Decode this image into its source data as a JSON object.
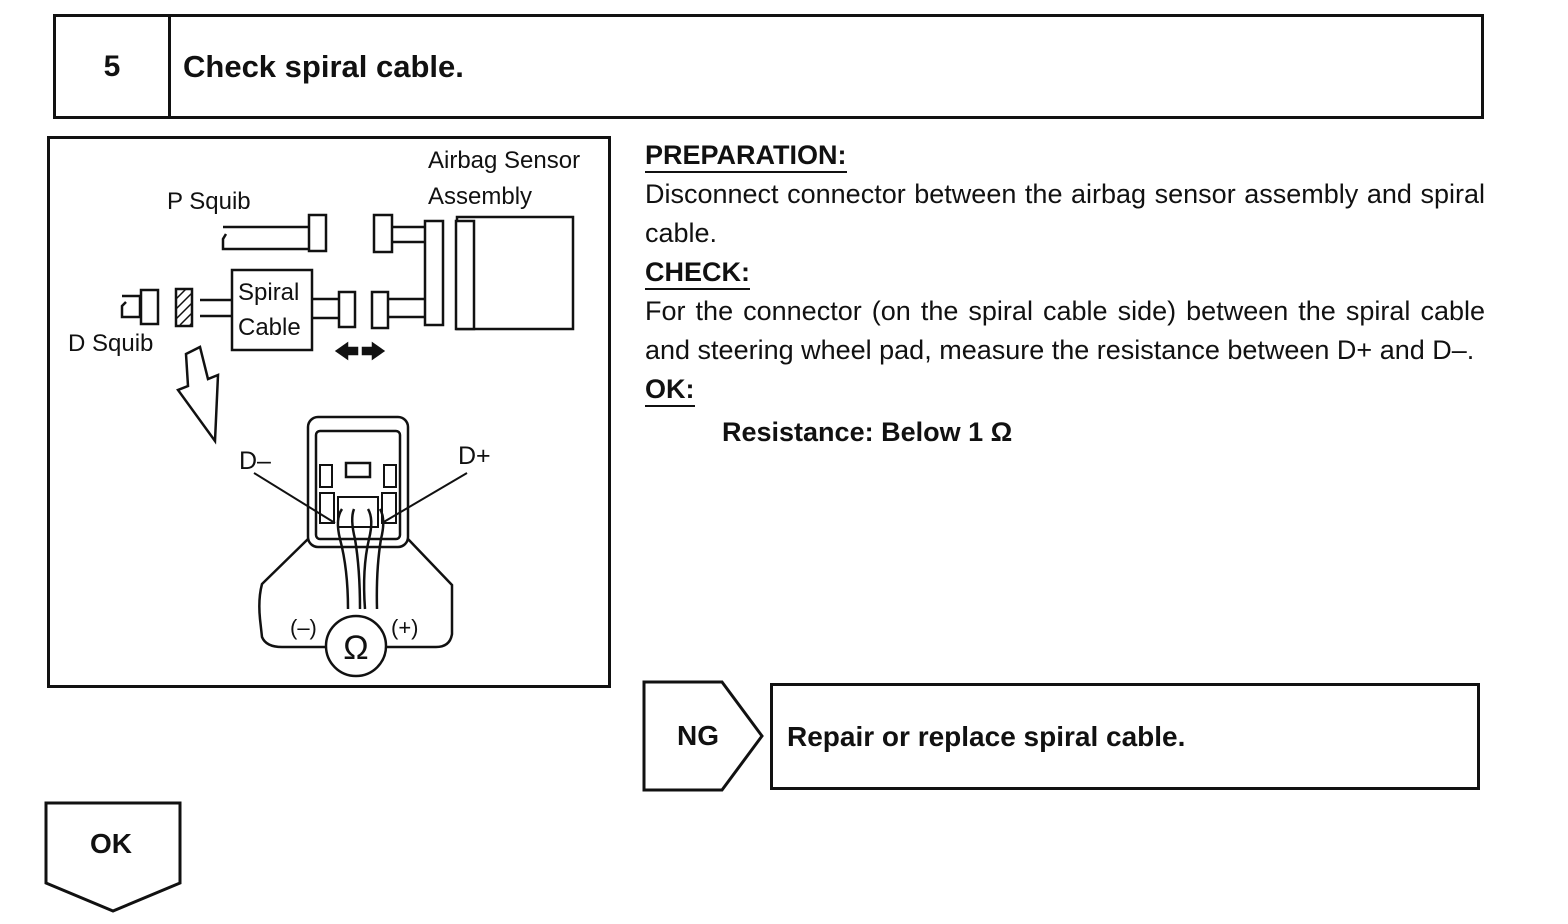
{
  "step": {
    "number": "5",
    "title": "Check spiral cable."
  },
  "figure": {
    "label_airbag_sensor_line1": "Airbag Sensor",
    "label_airbag_sensor_line2": "Assembly",
    "label_p_squib": "P Squib",
    "label_d_squib": "D Squib",
    "label_spiral": "Spiral",
    "label_cable": "Cable",
    "label_d_minus": "D–",
    "label_d_plus": "D+",
    "label_meter_neg": "(–)",
    "label_meter_pos": "(+)",
    "label_ohm": "Ω"
  },
  "instructions": {
    "preparation_heading": "PREPARATION:",
    "preparation_text": "Disconnect connector between the airbag sensor assembly and spiral cable.",
    "check_heading": "CHECK:",
    "check_text": "For the connector (on the spiral cable side) between the spiral cable and steering wheel pad, measure the resistance between D+ and D–.",
    "ok_heading": "OK:",
    "ok_spec": "Resistance: Below 1 Ω"
  },
  "results": {
    "ng_label": "NG",
    "ng_action": "Repair or replace spiral cable.",
    "ok_label": "OK"
  }
}
